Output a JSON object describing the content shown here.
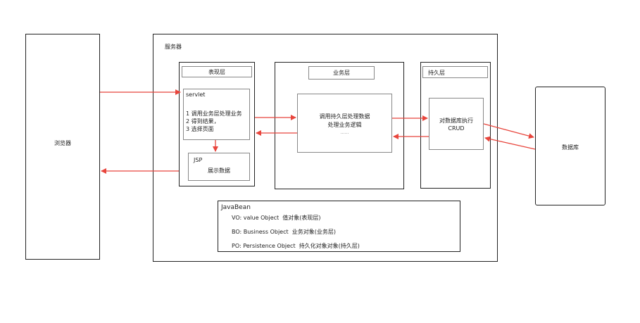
{
  "browser": {
    "label": "浏览器"
  },
  "server": {
    "title": "服务器"
  },
  "presentation": {
    "header": "表现层",
    "servlet_title": "servlet",
    "servlet_steps": "1 调用业务层处理业务\n2 得到结果，\n3 选择页面",
    "jsp_title": "JSP",
    "jsp_desc": "展示数据"
  },
  "business": {
    "header": "业务层",
    "desc_line1": "调用持久层处理数据",
    "desc_line2": "处理业务逻辑",
    "ellipsis": "……"
  },
  "persistence": {
    "header": "持久层",
    "desc_line1": "对数据库执行",
    "desc_line2": "CRUD"
  },
  "database": {
    "label": "数据库"
  },
  "javabean": {
    "title": "JavaBean",
    "items": [
      "VO: value Object  值对象(表现层)",
      "BO: Business Object  业务对象(业务层)",
      "PO: Persistence Object  持久化对象对象(持久层)"
    ]
  },
  "colors": {
    "arrow": "#e8453c",
    "border": "#222222"
  }
}
